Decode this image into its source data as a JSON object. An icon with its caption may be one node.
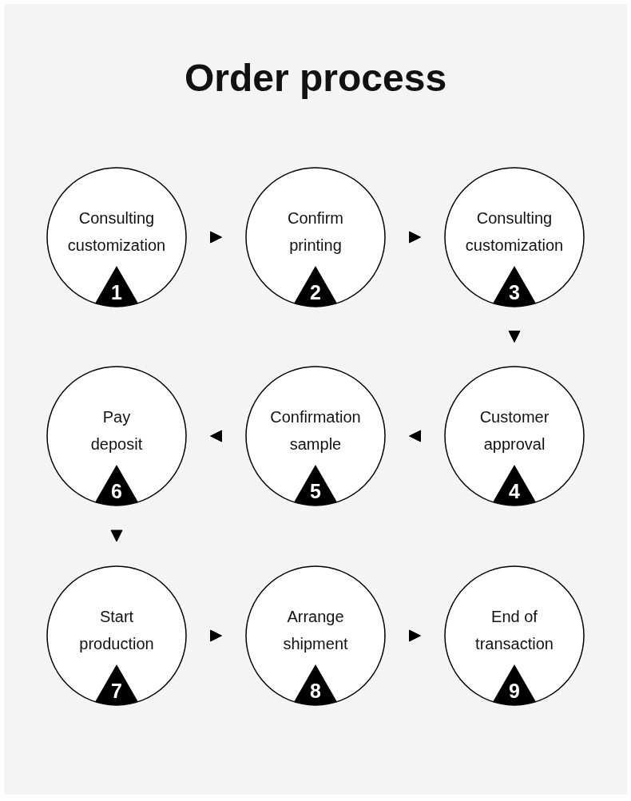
{
  "diagram": {
    "title": "Order process",
    "nodes": [
      {
        "text": [
          "Consulting customization",
          "1"
        ]
      },
      {
        "text": [
          "Confirm printing",
          "2"
        ]
      },
      {
        "text": [
          "Consulting customization",
          "3"
        ]
      },
      {
        "text": [
          "Customer approval",
          "4"
        ]
      },
      {
        "text": [
          "Confirmation sample",
          "5"
        ]
      },
      {
        "text": [
          "Pay deposit",
          "6"
        ]
      },
      {
        "text": [
          "Start production",
          "7"
        ]
      },
      {
        "text": [
          "Arrange shipment",
          "8"
        ]
      },
      {
        "text": [
          "End of transaction",
          "9"
        ]
      }
    ],
    "edges": [
      {
        "from": 0,
        "to": 1,
        "arrow": "to"
      },
      {
        "from": 1,
        "to": 2,
        "arrow": "to"
      },
      {
        "from": 2,
        "to": 3,
        "arrow": "to"
      },
      {
        "from": 3,
        "to": 4,
        "arrow": "to"
      },
      {
        "from": 4,
        "to": 5,
        "arrow": "to"
      },
      {
        "from": 5,
        "to": 6,
        "arrow": "to"
      },
      {
        "from": 6,
        "to": 7,
        "arrow": "to"
      },
      {
        "from": 7,
        "to": 8,
        "arrow": "to"
      }
    ]
  }
}
